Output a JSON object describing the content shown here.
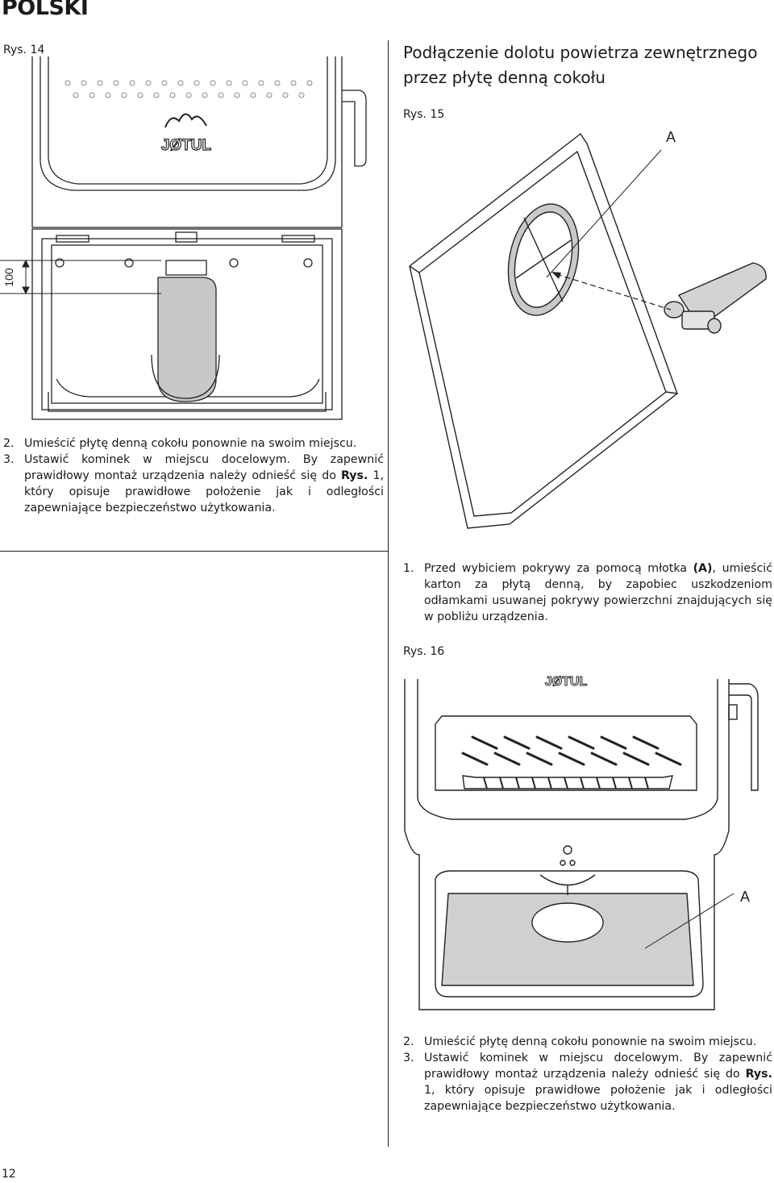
{
  "header": {
    "language": "POLSKI"
  },
  "left": {
    "fig14_label": "Rys. 14",
    "fig14_dimension": "100",
    "fig14_logo": "JØTUL",
    "steps": [
      {
        "num": "2.",
        "text": "Umieścić płytę denną cokołu ponownie na swoim miejscu."
      },
      {
        "num": "3.",
        "pre": "Ustawić kominek w miejscu docelowym. By zapewnić prawidłowy montaż urządzenia należy odnieść się do ",
        "ref": "Rys.",
        "post": " 1, który opisuje prawidłowe położenie jak i odległości zapewniające bezpieczeństwo użytkowania."
      }
    ]
  },
  "right": {
    "heading": "Podłączenie dolotu powietrza zewnętrznego przez płytę denną cokołu",
    "fig15_label": "Rys. 15",
    "fig15_callout": "A",
    "step1": {
      "num": "1.",
      "pre": "Przed wybiciem pokrywy za pomocą młotka ",
      "ref": "(A)",
      "post": ", umieścić karton za płytą denną, by zapobiec uszkodzeniom odłamkami usuwanej pokrywy powierzchni znajdujących się w pobliżu urządzenia."
    },
    "fig16_label": "Rys. 16",
    "fig16_logo": "JØTUL",
    "fig16_callout": "A",
    "steps": [
      {
        "num": "2.",
        "text": "Umieścić płytę denną cokołu ponownie na swoim miejscu."
      },
      {
        "num": "3.",
        "pre": "Ustawić kominek w miejscu docelowym. By zapewnić prawidłowy montaż urządzenia należy odnieść się do ",
        "ref": "Rys.",
        "post": " 1, który opisuje prawidłowe położenie jak i odległości zapewniające bezpieczeństwo użytkowania."
      }
    ]
  },
  "footer": {
    "page_number": "12"
  }
}
